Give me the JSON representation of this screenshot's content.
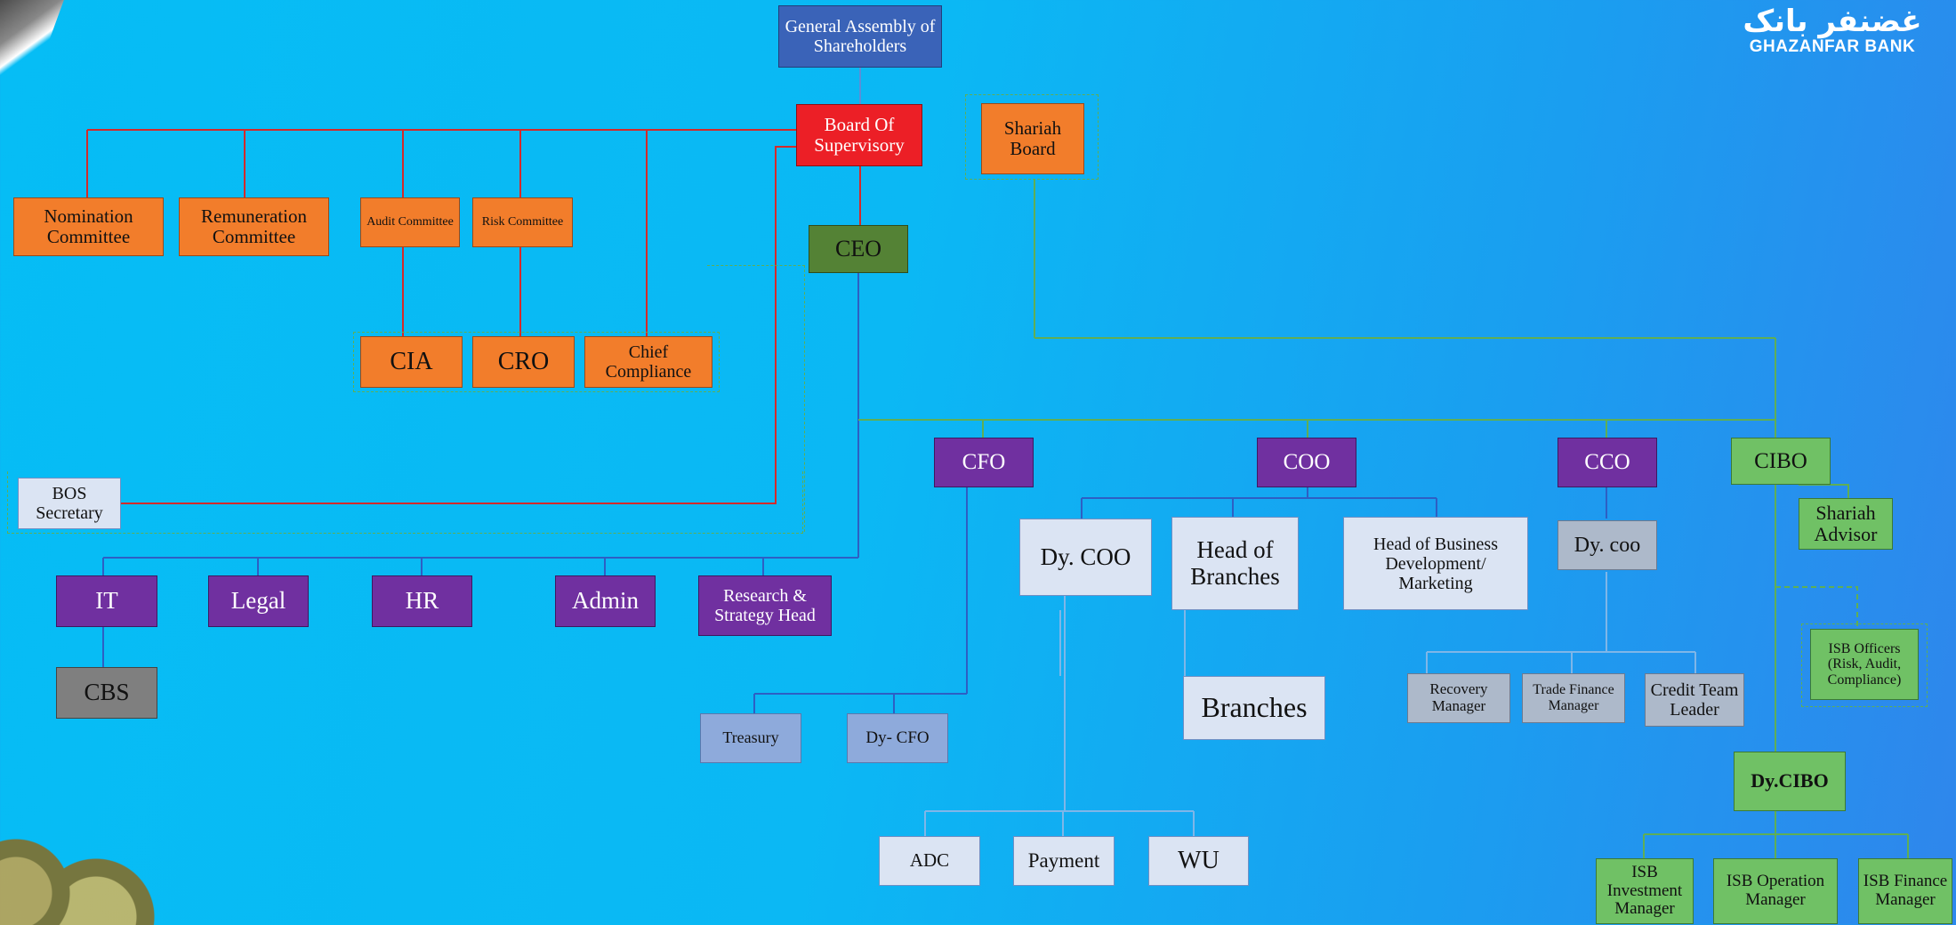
{
  "logo": {
    "arabic": "غضنفر بانک",
    "english": "GHAZANFAR BANK"
  },
  "nodes": {
    "general_assembly": "General Assembly of Shareholders",
    "board_supervisory": "Board Of Supervisory",
    "shariah_board": "Shariah Board",
    "nomination": "Nomination Committee",
    "remuneration": "Remuneration Committee",
    "audit_committee": "Audit Committee",
    "risk_committee": "Risk Committee",
    "ceo": "CEO",
    "cia": "CIA",
    "cro": "CRO",
    "chief_compliance": "Chief Compliance",
    "bos_secretary": "BOS Secretary",
    "cfo": "CFO",
    "coo": "COO",
    "cco": "CCO",
    "cibo": "CIBO",
    "shariah_advisor": "Shariah Advisor",
    "it": "IT",
    "legal": "Legal",
    "hr": "HR",
    "admin": "Admin",
    "research": "Research & Strategy Head",
    "cbs": "CBS",
    "dy_coo": "Dy. COO",
    "head_branches": "Head of Branches",
    "head_bd": "Head of Business Development/ Marketing",
    "dy_coo_cco": "Dy. coo",
    "isb_officers": "ISB Officers (Risk, Audit, Compliance)",
    "branches": "Branches",
    "recovery": "Recovery Manager",
    "trade_finance": "Trade Finance Manager",
    "credit_team": "Credit Team Leader",
    "treasury": "Treasury",
    "dy_cfo": "Dy- CFO",
    "dy_cibo": "Dy.CIBO",
    "adc": "ADC",
    "payment": "Payment",
    "wu": "WU",
    "isb_investment": "ISB Investment Manager",
    "isb_operation": "ISB Operation Manager",
    "isb_finance": "ISB Finance Manager"
  },
  "colors": {
    "red_line": "#d42a2a",
    "blue_line": "#2d5fc4",
    "green_line": "#5fae55"
  }
}
